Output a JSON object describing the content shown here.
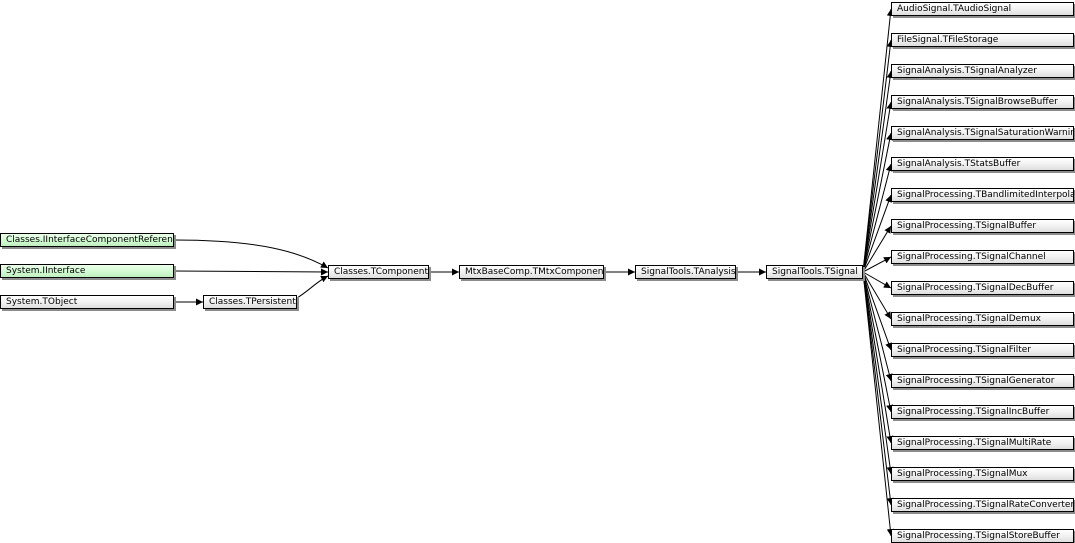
{
  "nodes": {
    "iface_ref": "Classes.IInterfaceComponentReference",
    "iinterface": "System.IInterface",
    "tobject": "System.TObject",
    "tpersistent": "Classes.TPersistent",
    "tcomponent": "Classes.TComponent",
    "tmtx": "MtxBaseComp.TMtxComponent",
    "tanalysis": "SignalTools.TAnalysis",
    "tsignal": "SignalTools.TSignal"
  },
  "children": [
    "AudioSignal.TAudioSignal",
    "FileSignal.TFileStorage",
    "SignalAnalysis.TSignalAnalyzer",
    "SignalAnalysis.TSignalBrowseBuffer",
    "SignalAnalysis.TSignalSaturationWarning",
    "SignalAnalysis.TStatsBuffer",
    "SignalProcessing.TBandlimitedInterpolator",
    "SignalProcessing.TSignalBuffer",
    "SignalProcessing.TSignalChannel",
    "SignalProcessing.TSignalDecBuffer",
    "SignalProcessing.TSignalDemux",
    "SignalProcessing.TSignalFilter",
    "SignalProcessing.TSignalGenerator",
    "SignalProcessing.TSignalIncBuffer",
    "SignalProcessing.TSignalMultiRate",
    "SignalProcessing.TSignalMux",
    "SignalProcessing.TSignalRateConverter",
    "SignalProcessing.TSignalStoreBuffer"
  ],
  "colors": {
    "class_fill": "#f0f0f0",
    "interface_fill": "#d2fad2",
    "border": "#000000",
    "edge": "#000000"
  }
}
